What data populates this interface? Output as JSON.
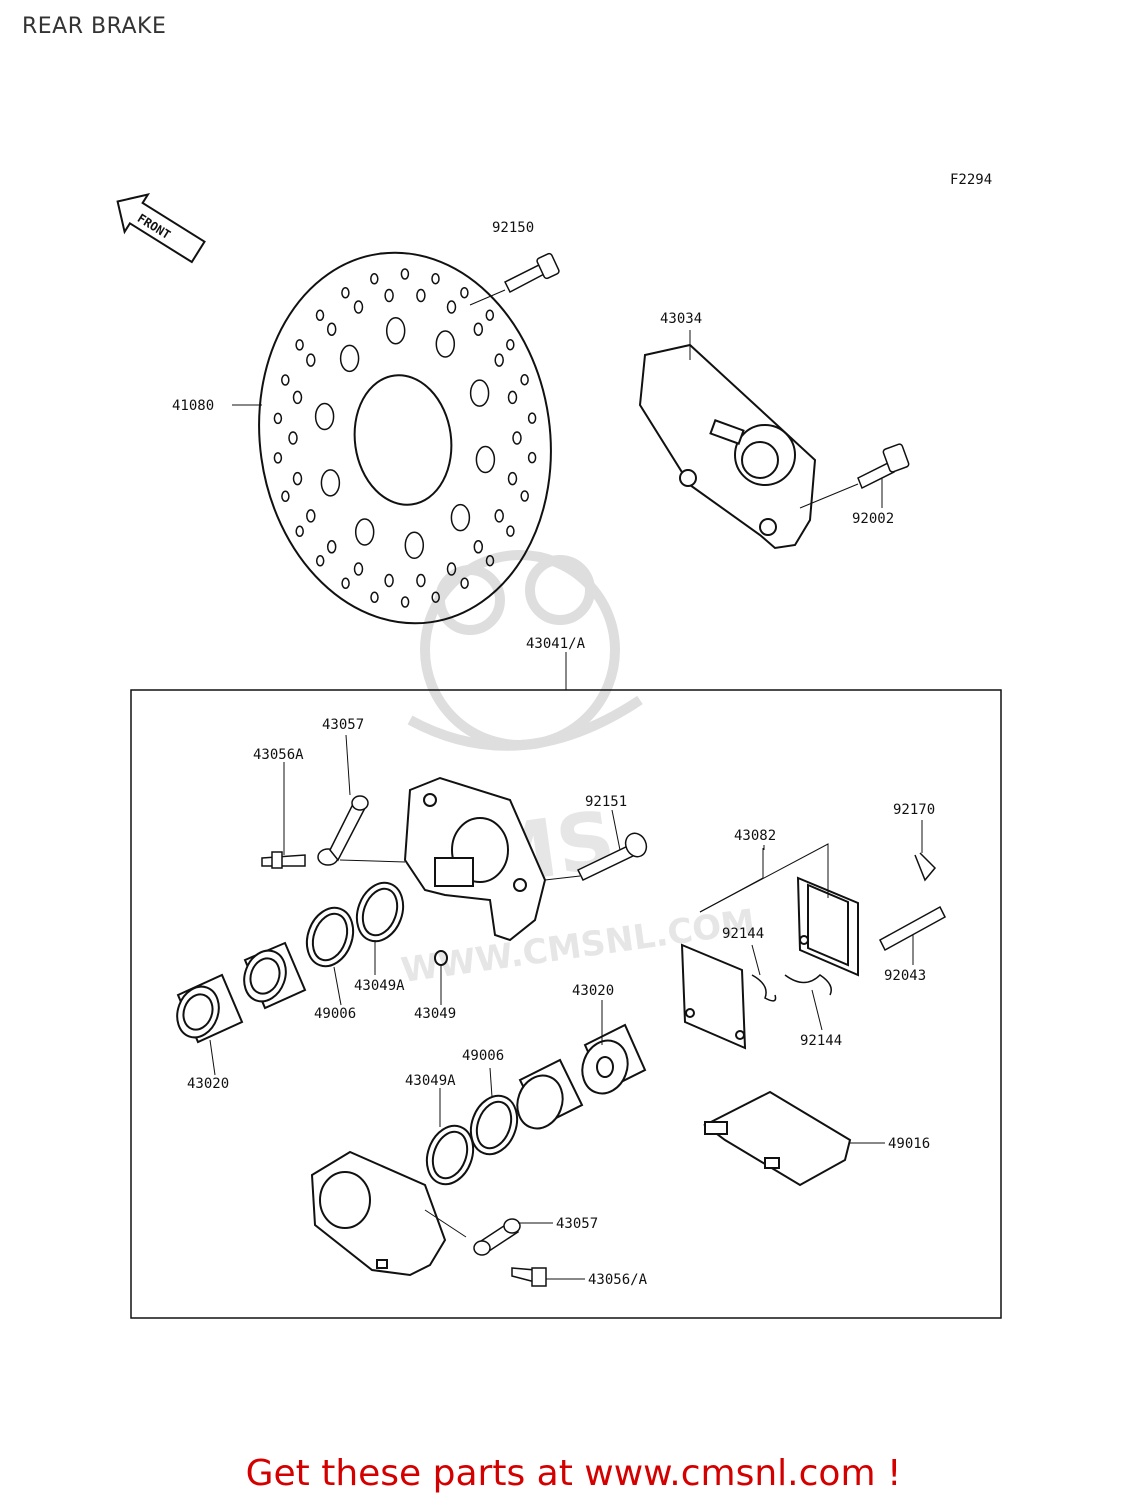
{
  "title": "REAR BRAKE",
  "figure_code": "F2294",
  "front_arrow_text": "FRONT",
  "watermark": "WWW.CMSNL.COM",
  "watermark_logo_text": "CMS",
  "footer_text": "Get these parts at www.cmsnl.com !",
  "colors": {
    "footer": "#d40000",
    "line": "#111111",
    "watermark": "#dddddd"
  },
  "parts": [
    "92150",
    "41080",
    "43034",
    "92002",
    "43041/A",
    "43057",
    "43056A",
    "92151",
    "92170",
    "43082",
    "43049A",
    "43049",
    "49006",
    "92144",
    "92144",
    "43020",
    "92043",
    "43020",
    "49006",
    "43049A",
    "49016",
    "43057",
    "43056/A"
  ]
}
